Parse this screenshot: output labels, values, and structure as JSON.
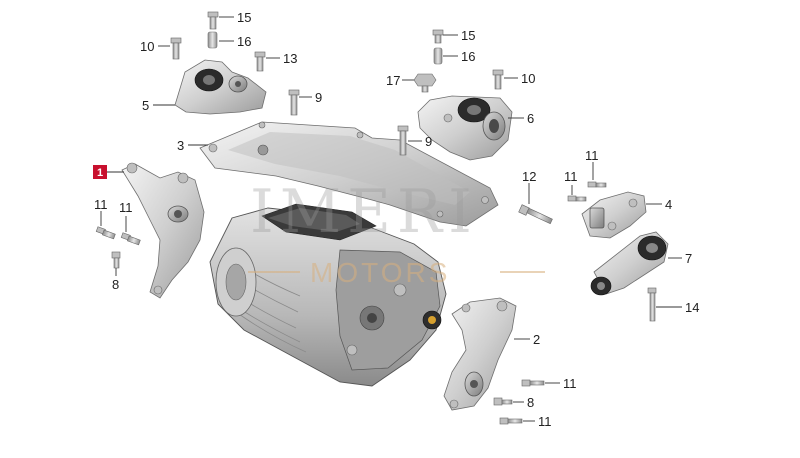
{
  "highlighted_part": {
    "label": "1"
  },
  "watermark": {
    "main": "IMERI",
    "sub": "MOTORS"
  },
  "callouts": [
    {
      "id": "c15a",
      "label": "15"
    },
    {
      "id": "c10a",
      "label": "10"
    },
    {
      "id": "c16a",
      "label": "16"
    },
    {
      "id": "c13",
      "label": "13"
    },
    {
      "id": "c15b",
      "label": "15"
    },
    {
      "id": "c16b",
      "label": "16"
    },
    {
      "id": "c17",
      "label": "17"
    },
    {
      "id": "c10b",
      "label": "10"
    },
    {
      "id": "c5",
      "label": "5"
    },
    {
      "id": "c9a",
      "label": "9"
    },
    {
      "id": "c6",
      "label": "6"
    },
    {
      "id": "c3",
      "label": "3"
    },
    {
      "id": "c9b",
      "label": "9"
    },
    {
      "id": "c11a",
      "label": "11"
    },
    {
      "id": "c12",
      "label": "12"
    },
    {
      "id": "c11b",
      "label": "11"
    },
    {
      "id": "c4",
      "label": "4"
    },
    {
      "id": "c11c",
      "label": "11"
    },
    {
      "id": "c11d",
      "label": "11"
    },
    {
      "id": "c7",
      "label": "7"
    },
    {
      "id": "c8a",
      "label": "8"
    },
    {
      "id": "c14",
      "label": "14"
    },
    {
      "id": "c2",
      "label": "2"
    },
    {
      "id": "c11e",
      "label": "11"
    },
    {
      "id": "c8b",
      "label": "8"
    },
    {
      "id": "c11f",
      "label": "11"
    }
  ]
}
